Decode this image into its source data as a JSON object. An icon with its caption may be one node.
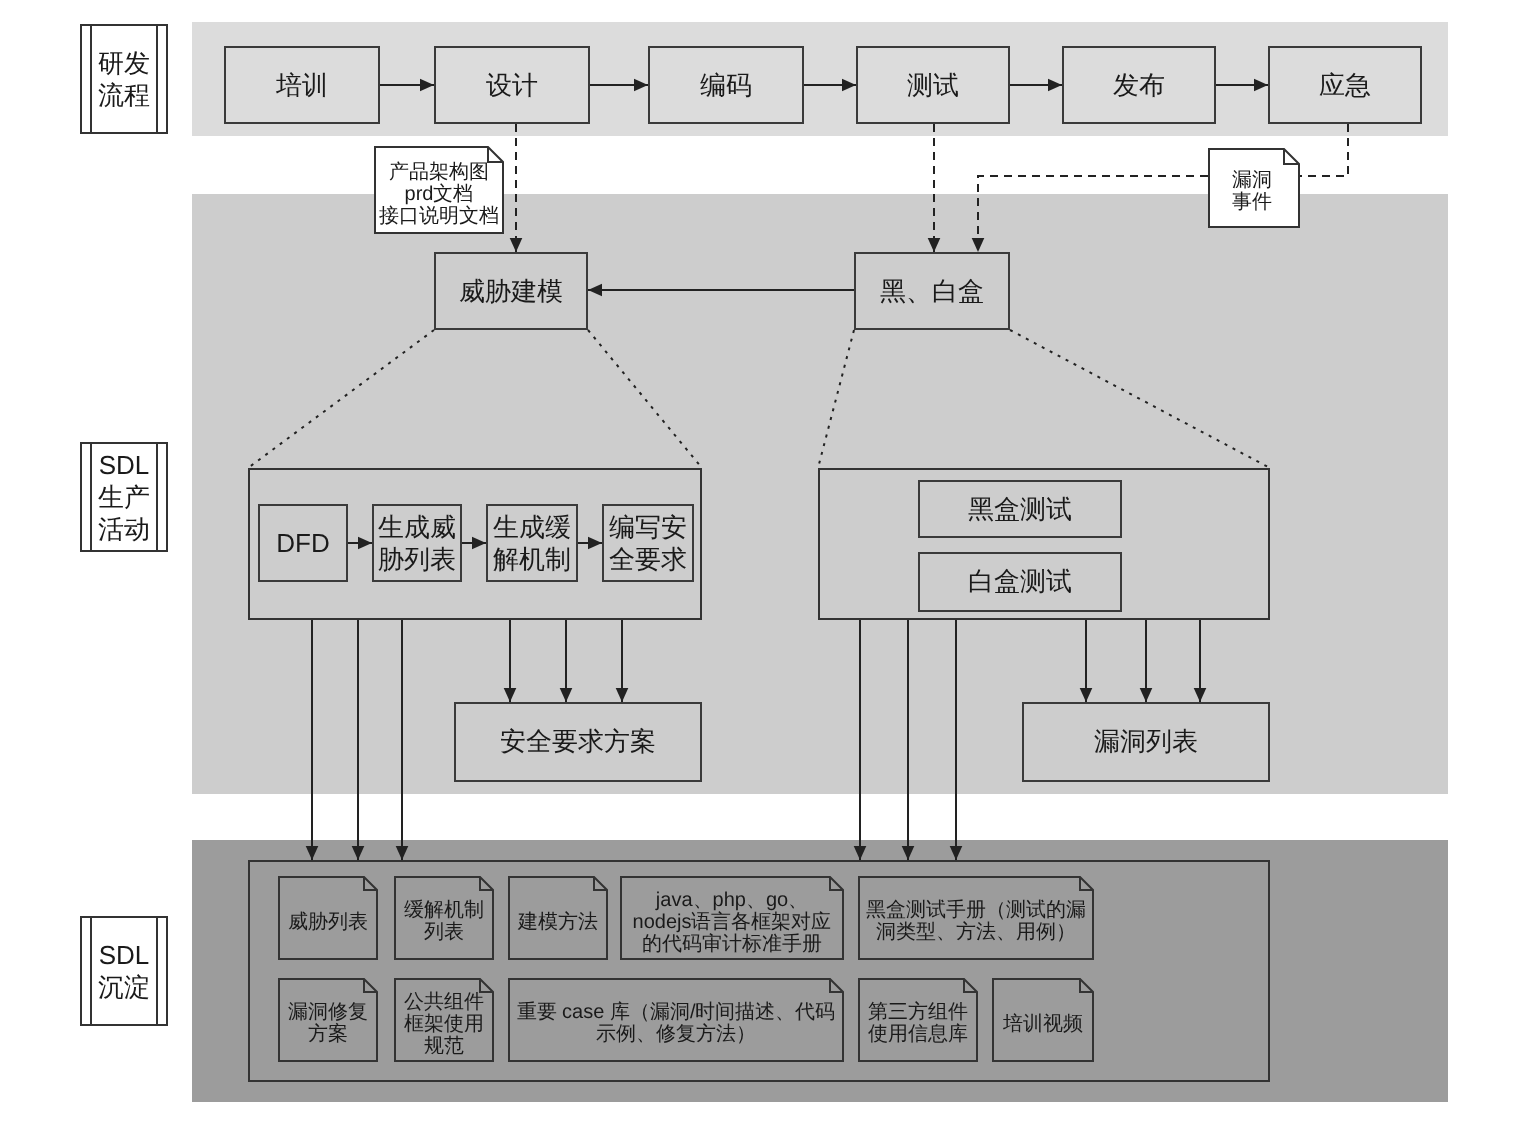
{
  "diagram": {
    "nodes": [
      {
        "text": [
          "研发流程"
        ]
      },
      {
        "text": [],
        "shape": "band"
      },
      {
        "text": [
          "培训"
        ],
        "in": 1
      },
      {
        "text": [
          "设计"
        ],
        "in": 1
      },
      {
        "text": [
          "编码"
        ],
        "in": 1
      },
      {
        "text": [
          "测试"
        ],
        "in": 1
      },
      {
        "text": [
          "发布"
        ],
        "in": 1
      },
      {
        "text": [
          "应急"
        ],
        "in": 1
      },
      {
        "text": [
          "产品架构图",
          "prd文档",
          "接口说明文档"
        ]
      },
      {
        "text": [
          "漏洞事件"
        ]
      },
      {
        "text": [
          "SDL生产活动"
        ]
      },
      {
        "text": [],
        "shape": "band"
      },
      {
        "text": [
          "威胁建模"
        ],
        "in": 11
      },
      {
        "text": [
          "黑、白盒"
        ],
        "in": 11
      },
      {
        "text": [],
        "shape": "box",
        "in": 11
      },
      {
        "text": [
          "DFD"
        ],
        "in": 14
      },
      {
        "text": [
          "生成威胁列表"
        ],
        "in": 14
      },
      {
        "text": [
          "生成缓解机制"
        ],
        "in": 14
      },
      {
        "text": [
          "编写安全要求"
        ],
        "in": 14
      },
      {
        "text": [],
        "shape": "box",
        "in": 11
      },
      {
        "text": [
          "黑盒测试"
        ],
        "in": 19
      },
      {
        "text": [
          "白盒测试"
        ],
        "in": 19
      },
      {
        "text": [
          "安全要求方案"
        ],
        "in": 11
      },
      {
        "text": [
          "漏洞列表"
        ],
        "in": 11
      },
      {
        "text": [
          "SDL沉淀"
        ]
      },
      {
        "text": [],
        "shape": "band"
      },
      {
        "text": [],
        "shape": "box",
        "in": 25
      },
      {
        "text": [
          "威胁列表"
        ],
        "in": 26
      },
      {
        "text": [
          "缓解机制列表"
        ],
        "in": 26
      },
      {
        "text": [
          "建模方法"
        ],
        "in": 26
      },
      {
        "text": [
          "java、php、go、nodejs语言各框架对应的代码审计标准手册"
        ],
        "in": 26
      },
      {
        "text": [
          "黑盒测试手册（测试的漏洞类型、方法、用例）"
        ],
        "in": 26
      },
      {
        "text": [
          "漏洞修复方案"
        ],
        "in": 26
      },
      {
        "text": [
          "公共组件框架使用规范"
        ],
        "in": 26
      },
      {
        "text": [
          "重要 case 库（漏洞/时间描述、代码示例、修复方法）"
        ],
        "in": 26
      },
      {
        "text": [
          "第三方组件使用信息库"
        ],
        "in": 26
      },
      {
        "text": [
          "培训视频"
        ],
        "in": 26
      }
    ],
    "edges": [
      {
        "from": 2,
        "to": 3,
        "arrow": "to"
      },
      {
        "from": 3,
        "to": 4,
        "arrow": "to"
      },
      {
        "from": 4,
        "to": 5,
        "arrow": "to"
      },
      {
        "from": 5,
        "to": 6,
        "arrow": "to"
      },
      {
        "from": 6,
        "to": 7,
        "arrow": "to"
      },
      {
        "from": 3,
        "to": 12,
        "arrow": "to",
        "style": "dashed"
      },
      {
        "from": 5,
        "to": 13,
        "arrow": "to",
        "style": "dashed"
      },
      {
        "from": 7,
        "to": 9,
        "arrow": "none",
        "style": "dashed"
      },
      {
        "from": 9,
        "to": 13,
        "arrow": "to",
        "style": "dashed"
      },
      {
        "from": 13,
        "to": 12,
        "arrow": "to"
      },
      {
        "from": 12,
        "to": 14,
        "arrow": "none",
        "style": "dashed"
      },
      {
        "from": 12,
        "to": 14,
        "arrow": "none",
        "style": "dashed"
      },
      {
        "from": 13,
        "to": 19,
        "arrow": "none",
        "style": "dashed"
      },
      {
        "from": 13,
        "to": 19,
        "arrow": "none",
        "style": "dashed"
      },
      {
        "from": 15,
        "to": 16,
        "arrow": "to"
      },
      {
        "from": 16,
        "to": 17,
        "arrow": "to"
      },
      {
        "from": 17,
        "to": 18,
        "arrow": "to"
      },
      {
        "from": 14,
        "to": 22,
        "arrow": "to"
      },
      {
        "from": 14,
        "to": 22,
        "arrow": "to"
      },
      {
        "from": 14,
        "to": 22,
        "arrow": "to"
      },
      {
        "from": 19,
        "to": 23,
        "arrow": "to"
      },
      {
        "from": 19,
        "to": 23,
        "arrow": "to"
      },
      {
        "from": 19,
        "to": 23,
        "arrow": "to"
      },
      {
        "from": 14,
        "to": 26,
        "arrow": "to"
      },
      {
        "from": 14,
        "to": 26,
        "arrow": "to"
      },
      {
        "from": 14,
        "to": 26,
        "arrow": "to"
      },
      {
        "from": 19,
        "to": 26,
        "arrow": "to"
      },
      {
        "from": 19,
        "to": 26,
        "arrow": "to"
      },
      {
        "from": 19,
        "to": 26,
        "arrow": "to"
      }
    ]
  }
}
